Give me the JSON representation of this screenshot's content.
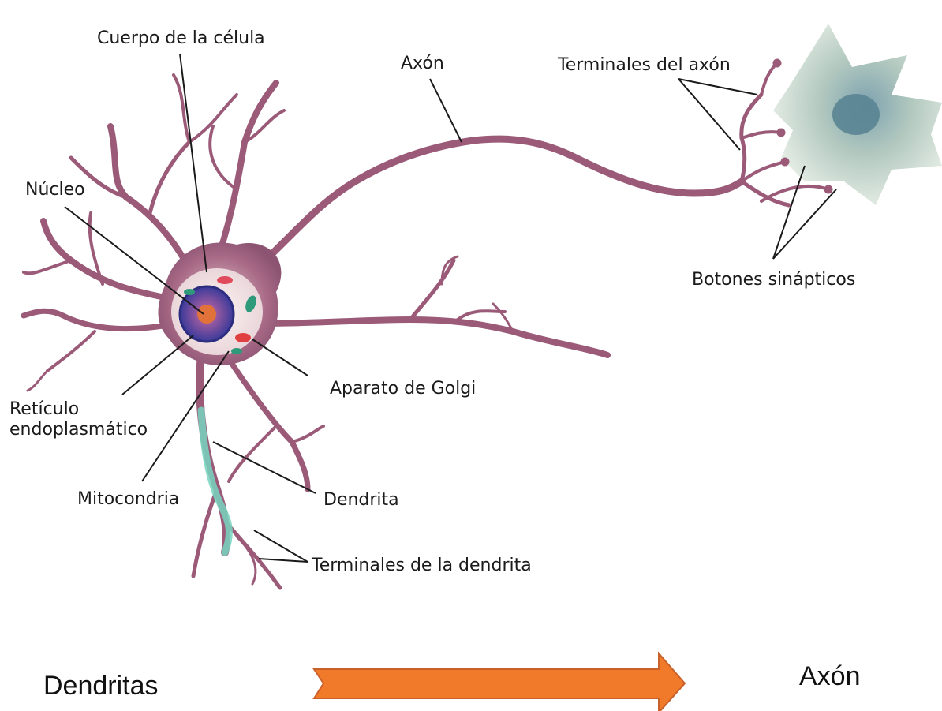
{
  "labels": {
    "cell_body": "Cuerpo de la célula",
    "axon": "Axón",
    "axon_terminals": "Terminales del axón",
    "nucleus": "Núcleo",
    "synaptic_buttons": "Botones sinápticos",
    "golgi": "Aparato de Golgi",
    "er_line1": "Retículo",
    "er_line2": "endoplasmático",
    "mitochondria": "Mitocondria",
    "dendrite": "Dendrita",
    "dendrite_terminals": "Terminales de la dendrita"
  },
  "flow": {
    "from": "Dendritas",
    "to": "Axón",
    "arrow_color": "#f07a2a"
  },
  "colors": {
    "neuron": "#9a5a78",
    "neuron_light": "#c79aae",
    "nucleus": "#4a4aa8",
    "target_cell": "#8fb0a8",
    "highlight": "#78d6c0"
  }
}
